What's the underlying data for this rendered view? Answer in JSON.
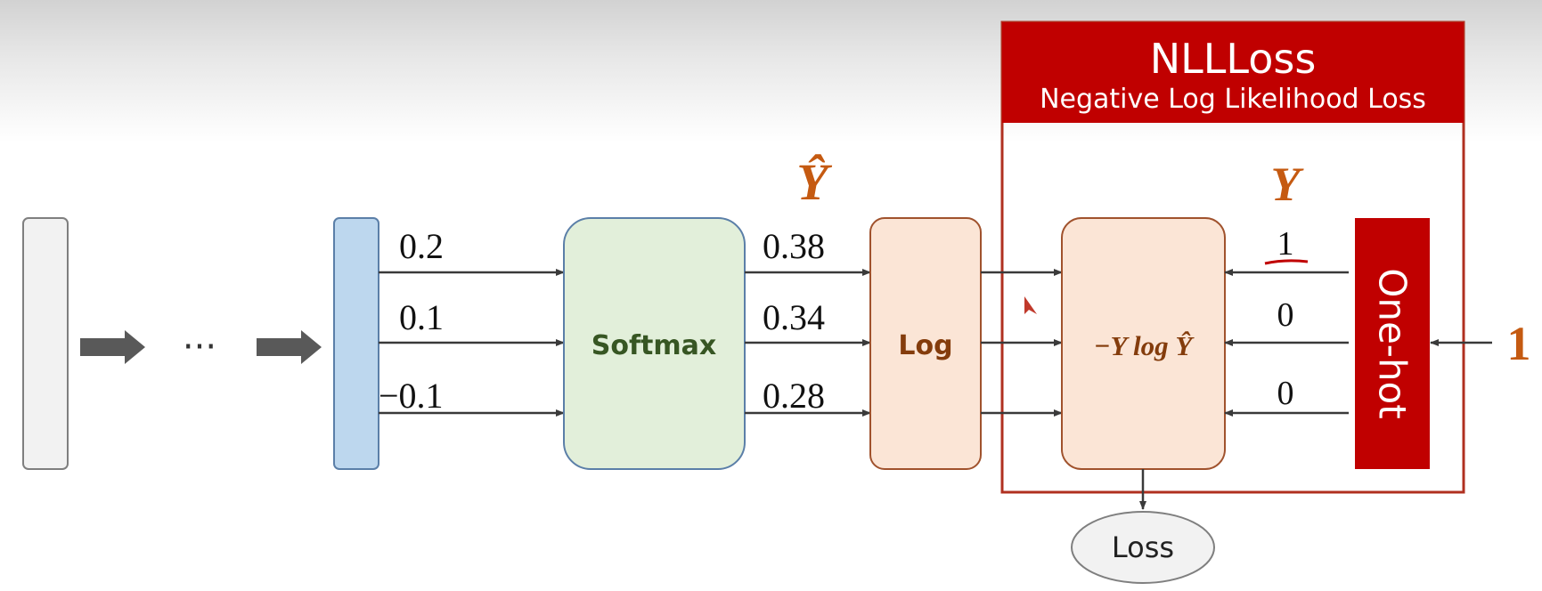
{
  "colors": {
    "arrow_gray": "#555555",
    "layer_input_fill": "#f2f2f2",
    "layer_output_fill": "#bdd7ee",
    "softmax_fill": "#e2efda",
    "log_fill": "#fbe5d6",
    "accent_red": "#c00000",
    "accent_orange": "#c55a11"
  },
  "ellipsis": "···",
  "logits": [
    "0.2",
    "0.1",
    "−0.1"
  ],
  "softmax_label": "Softmax",
  "y_hat_label": "Ŷ",
  "probabilities": [
    "0.38",
    "0.34",
    "0.28"
  ],
  "log_label": "Log",
  "nll": {
    "title": "NLLLoss",
    "subtitle": "Negative Log Likelihood Loss",
    "formula": "−Y log Ŷ",
    "y_label": "Y",
    "targets": [
      "1",
      "0",
      "0"
    ]
  },
  "onehot_label": "One-hot",
  "class_index": "1",
  "loss_label": "Loss"
}
